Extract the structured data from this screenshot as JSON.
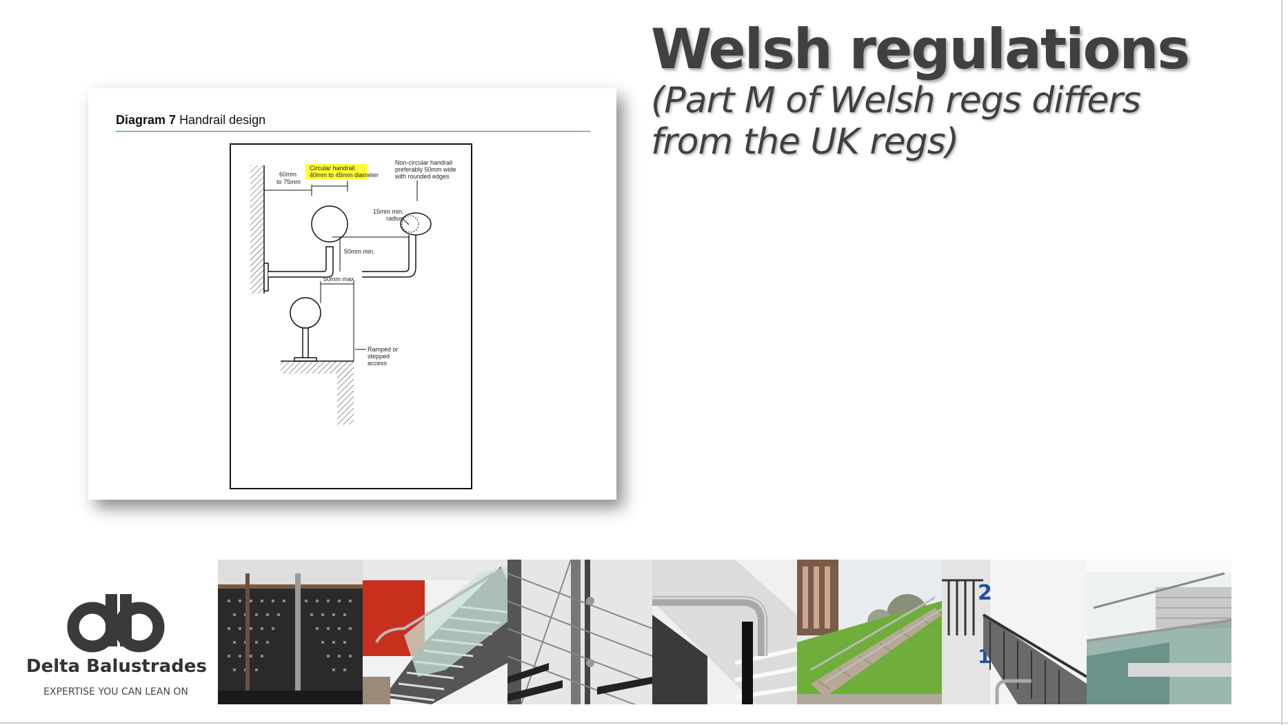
{
  "slide": {
    "title": "Welsh regulations",
    "subtitle": "(Part M of Welsh regs differs from the UK regs)"
  },
  "document": {
    "diagram_number": "Diagram 7",
    "diagram_title": "Handrail design",
    "labels": {
      "wall_gap_line1": "60mm",
      "wall_gap_line2": "to 75mm",
      "circular_line1": "Circular handrail",
      "circular_line2": "40mm to 45mm diameter",
      "noncircular_line1": "Non-circular handrail",
      "noncircular_line2": "preferably 50mm wide",
      "noncircular_line3": "with rounded edges",
      "radius_line1": "15mm min.",
      "radius_line2": "radius",
      "clearance": "50mm min.",
      "projection": "50mm max.",
      "access_line1": "Ramped or",
      "access_line2": "stepped",
      "access_line3": "access"
    }
  },
  "brand": {
    "monogram": "db",
    "name": "Delta Balustrades",
    "tagline": "EXPERTISE YOU CAN LEAN ON"
  },
  "colors": {
    "title_text": "#404040",
    "highlight": "#ffff33",
    "doc_rule": "#2f6fb0",
    "logo_dark": "#3a3a3a"
  },
  "photos": [
    {
      "name": "perforated-metal-balustrade-photo",
      "icon": "photo"
    },
    {
      "name": "glass-staircase-red-wall-photo",
      "icon": "photo"
    },
    {
      "name": "wire-infill-balustrade-photo",
      "icon": "photo"
    },
    {
      "name": "steel-handrail-closeup-photo",
      "icon": "photo"
    },
    {
      "name": "external-stairs-grass-photo",
      "icon": "photo"
    },
    {
      "name": "stairwell-level-2-photo",
      "icon": "photo"
    },
    {
      "name": "glass-atrium-balustrade-photo",
      "icon": "photo"
    }
  ]
}
